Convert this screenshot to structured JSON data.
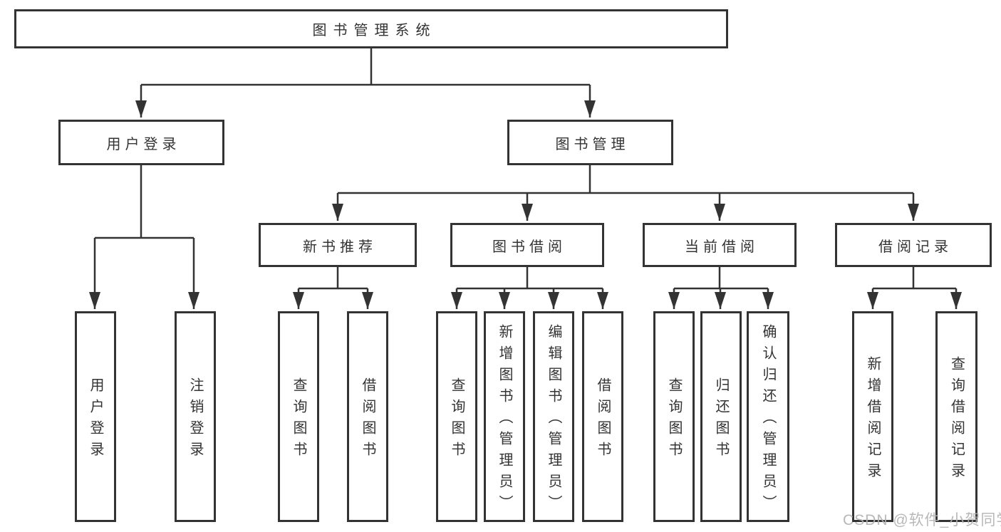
{
  "watermark": "CSDN @软件_小贺同学",
  "colors": {
    "line": "#333333",
    "text": "#333333",
    "background": "#ffffff",
    "watermark": "#b2b2b2"
  },
  "tree": {
    "root": {
      "label": "图书管理系统",
      "children": [
        {
          "label": "用户登录",
          "children": [
            {
              "label": "用户登录"
            },
            {
              "label": "注销登录"
            }
          ]
        },
        {
          "label": "图书管理",
          "children": [
            {
              "label": "新书推荐",
              "children": [
                {
                  "label": "查询图书"
                },
                {
                  "label": "借阅图书"
                }
              ]
            },
            {
              "label": "图书借阅",
              "children": [
                {
                  "label": "查询图书"
                },
                {
                  "label": "新增图书（管理员）"
                },
                {
                  "label": "编辑图书（管理员）"
                },
                {
                  "label": "借阅图书"
                }
              ]
            },
            {
              "label": "当前借阅",
              "children": [
                {
                  "label": "查询图书"
                },
                {
                  "label": "归还图书"
                },
                {
                  "label": "确认归还（管理员）"
                }
              ]
            },
            {
              "label": "借阅记录",
              "children": [
                {
                  "label": "新增借阅记录"
                },
                {
                  "label": "查询借阅记录"
                }
              ]
            }
          ]
        }
      ]
    }
  }
}
